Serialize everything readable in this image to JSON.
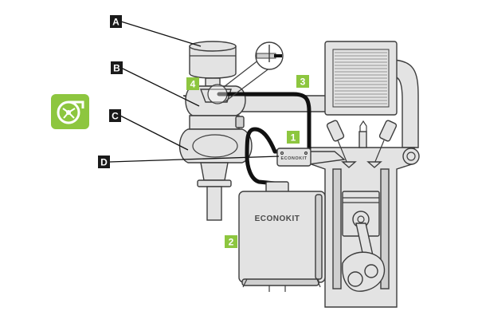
{
  "labels": {
    "a": "A",
    "b": "B",
    "c": "C",
    "d": "D",
    "n1": "1",
    "n2": "2",
    "n3": "3",
    "n4": "4"
  },
  "brand": {
    "main_unit": "ECONOKIT",
    "sensor_unit": "ECONOKIT"
  },
  "colors": {
    "accent_green": "#8dc63f",
    "label_black": "#1a1a1a",
    "hose": "#111111",
    "part_fill": "#e3e3e3"
  },
  "icons": {
    "turbo_badge": "turbocharger-icon"
  }
}
